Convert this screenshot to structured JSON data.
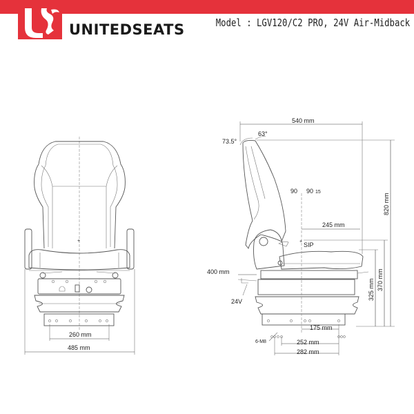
{
  "header": {
    "brand": "UNITEDSEATS",
    "logo_text": "US",
    "model": "Model : LGV120/C2 PRO, 24V Air-Midback",
    "accent_color": "#e5323b"
  },
  "front_view": {
    "dims": {
      "mount_width": "260 mm",
      "overall_width": "485 mm"
    }
  },
  "side_view": {
    "dims": {
      "overall_depth": "540 mm",
      "angle_upright": "63°",
      "angle_recline": "73.5°",
      "marker_a": "90",
      "marker_b": "90",
      "marker_c": "15",
      "sip_to_front": "245 mm",
      "sip_label": "SIP",
      "overall_height": "820 mm",
      "sip_height": "370 mm",
      "cushion_height": "325 mm",
      "slide_travel": "400 mm",
      "voltage": "24V",
      "sip_to_hole": "175 mm",
      "bolt_label": "6-M8",
      "hole_spacing_inner": "252 mm",
      "hole_spacing_outer": "282 mm"
    }
  }
}
